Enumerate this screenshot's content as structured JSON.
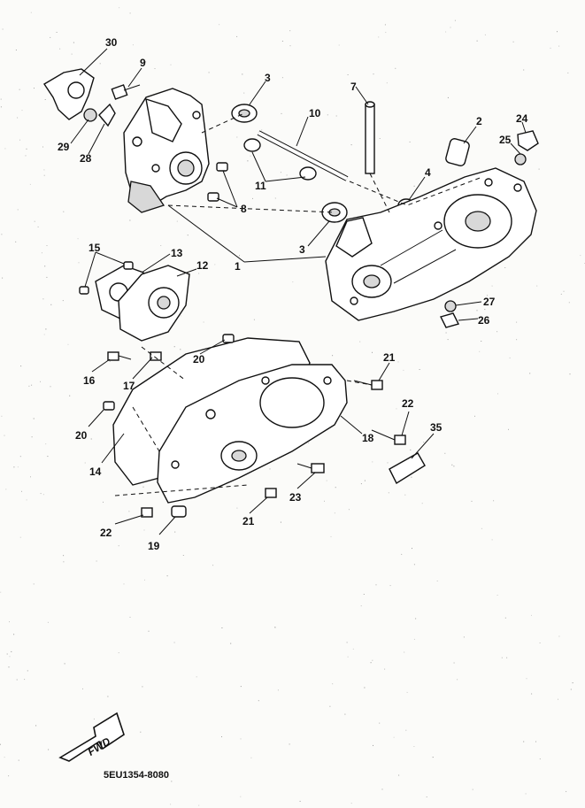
{
  "labels": {
    "p1": "1",
    "p2": "2",
    "p3a": "3",
    "p3b": "3",
    "p4": "4",
    "p7": "7",
    "p8": "8",
    "p9": "9",
    "p10": "10",
    "p11": "11",
    "p12": "12",
    "p13": "13",
    "p14": "14",
    "p15": "15",
    "p16": "16",
    "p17": "17",
    "p18": "18",
    "p19": "19",
    "p20a": "20",
    "p20b": "20",
    "p21a": "21",
    "p21b": "21",
    "p22a": "22",
    "p22b": "22",
    "p23": "23",
    "p24": "24",
    "p25": "25",
    "p26": "26",
    "p27": "27",
    "p28": "28",
    "p29": "29",
    "p30": "30",
    "p35": "35"
  },
  "fwd_label": "FWD",
  "diagram_code": "5EU1354-8080"
}
